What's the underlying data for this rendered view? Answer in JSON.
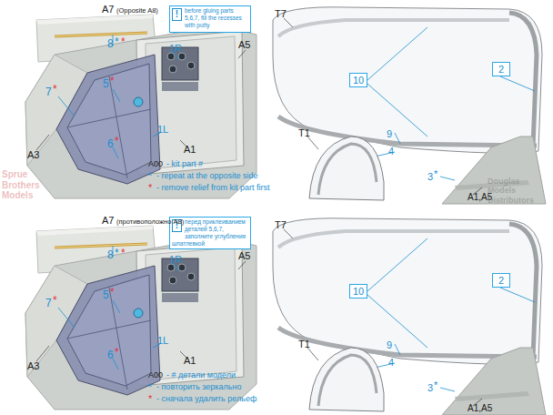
{
  "diagram": {
    "nodes": [
      {
        "text": [
          "!",
          "before gluing parts 5,6,7, fill the recesses with putty"
        ]
      },
      {
        "text": [
          "10"
        ]
      },
      {
        "text": [
          "2"
        ]
      },
      {
        "text": [
          "!",
          "перед приклеиванием деталей 5,6,7, заполните углубления шпатлевкой"
        ]
      },
      {
        "text": [
          "10"
        ]
      },
      {
        "text": [
          "2"
        ]
      }
    ],
    "labels": [
      "A7",
      "(Opposite A8)",
      "8",
      "*",
      "*",
      "1R",
      "5",
      "*",
      "7",
      "*",
      "A5",
      "A3",
      "1L",
      "A1",
      "6",
      "*",
      "A00",
      "- kit part #",
      "*",
      "- repeat at the opposite side",
      "*",
      "- remove relief from kit part first",
      "T7",
      "9",
      "T1",
      "4",
      "3",
      "*",
      "A1,A5",
      "A7",
      "(противоположно A8)",
      "8",
      "*",
      "*",
      "1R",
      "5",
      "*",
      "7",
      "*",
      "A5",
      "A3",
      "1L",
      "A1",
      "6",
      "*",
      "*",
      "- повторить зеркально",
      "A00",
      "- # детали модели",
      "*",
      "- сначала удалить рельеф",
      "T7",
      "9",
      "T1",
      "4",
      "3",
      "*",
      "A1,A5",
      "Sprue Brothers Models",
      "Douglas Models Distributors"
    ]
  }
}
